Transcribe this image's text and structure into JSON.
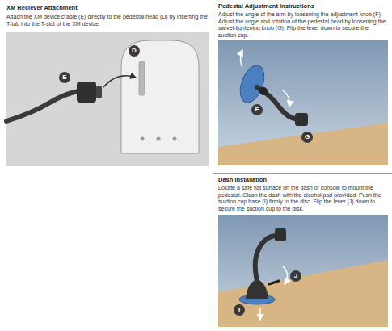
{
  "diagram": {
    "nodes": [
      {
        "text": [
          "E"
        ]
      },
      {
        "text": [
          "D"
        ]
      },
      {
        "text": [
          "F"
        ]
      },
      {
        "text": [
          "G"
        ]
      },
      {
        "text": [
          "I"
        ]
      },
      {
        "text": [
          "J"
        ]
      }
    ],
    "labels": [
      "XM Reciever Attachment",
      "Attach the XM device cradle (E) directly to the pedestal head (D) by inserting the T-tab into the T-slot of the XM device.",
      "Pedestal Adjustment Instructions",
      "Adjust the angle of the arm by loosening the adjustment knob (F). Adjust the angle and rotation of the pedestal head by loosening the swivel-tightening knob (G). Flip the lever down to secure the suction cup.",
      "Dash Installation",
      "Locate a safe flat surface on the dash or console to mount the pedestal. Clean the dash with the alcohol pad provided. Push the suction cup base (I) firmly to the disc. Flip the lever (J) down to secure the suction cup to the disk."
    ]
  }
}
